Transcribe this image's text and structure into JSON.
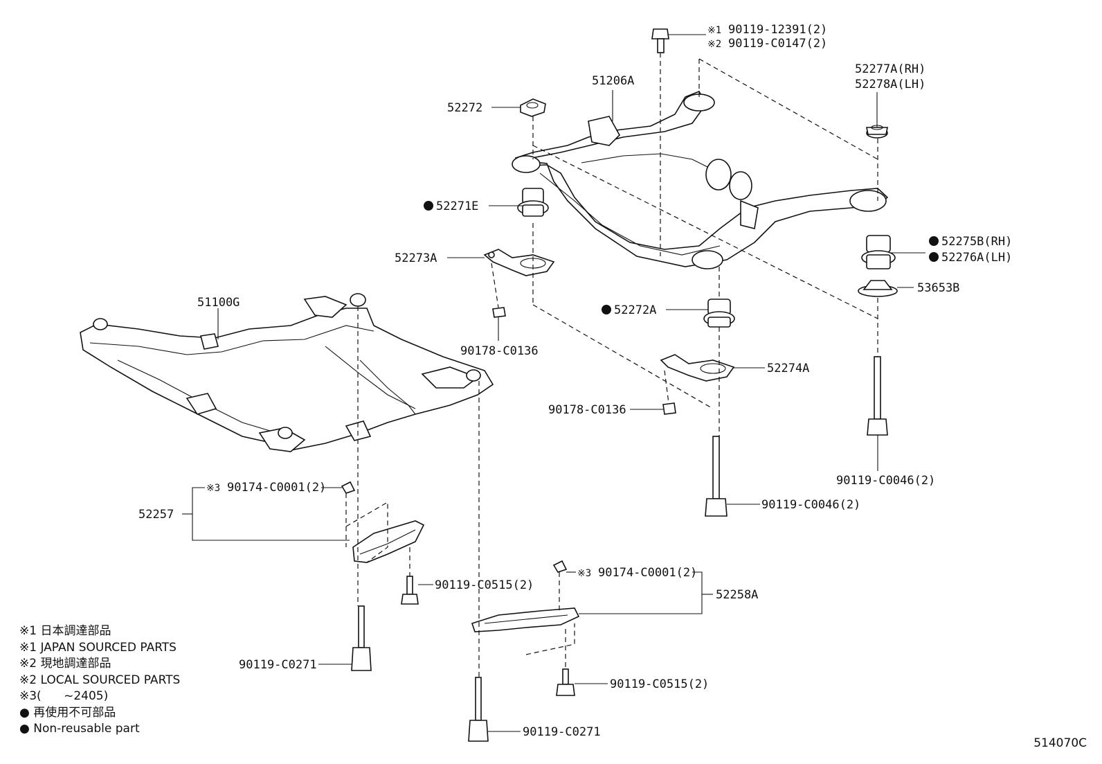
{
  "callouts": {
    "c51206A": "51206A",
    "c52272_top": "52272",
    "c52271E": "52271E",
    "c52273A": "52273A",
    "c51100G": "51100G",
    "c90178_a": "90178-C0136",
    "c52272A": "52272A",
    "c52274A": "52274A",
    "c90178_b": "90178-C0136",
    "c52277A": "52277A(RH)",
    "c52278A": "52278A(LH)",
    "c52275B": "52275B(RH)",
    "c52276A": "52276A(LH)",
    "c53653B": "53653B",
    "c90119_c0046_r": "90119-C0046(2)",
    "c90119_c0046_m": "90119-C0046(2)",
    "c90119_12391": "90119-12391(2)",
    "c90119_c0147": "90119-C0147(2)",
    "c90174_l": "90174-C0001(2)",
    "c52257": "52257",
    "c90119_c0515_l": "90119-C0515(2)",
    "c90119_c0271_l": "90119-C0271",
    "c90174_r": "90174-C0001(2)",
    "c52258A": "52258A",
    "c90119_c0515_r": "90119-C0515(2)",
    "c90119_c0271_r": "90119-C0271"
  },
  "marks": {
    "ref1": "※1",
    "ref2": "※2",
    "ref3": "※3",
    "nonreusable": "●"
  },
  "legend": {
    "l1": "※1 日本調達部品",
    "l2": "※1 JAPAN SOURCED PARTS",
    "l3": "※2 現地調達部品",
    "l4": "※2 LOCAL SOURCED PARTS",
    "l5": "※3(      ~2405)",
    "l6": "● 再使用不可部品",
    "l7": "● Non-reusable part"
  },
  "diagram_id": "514070C"
}
